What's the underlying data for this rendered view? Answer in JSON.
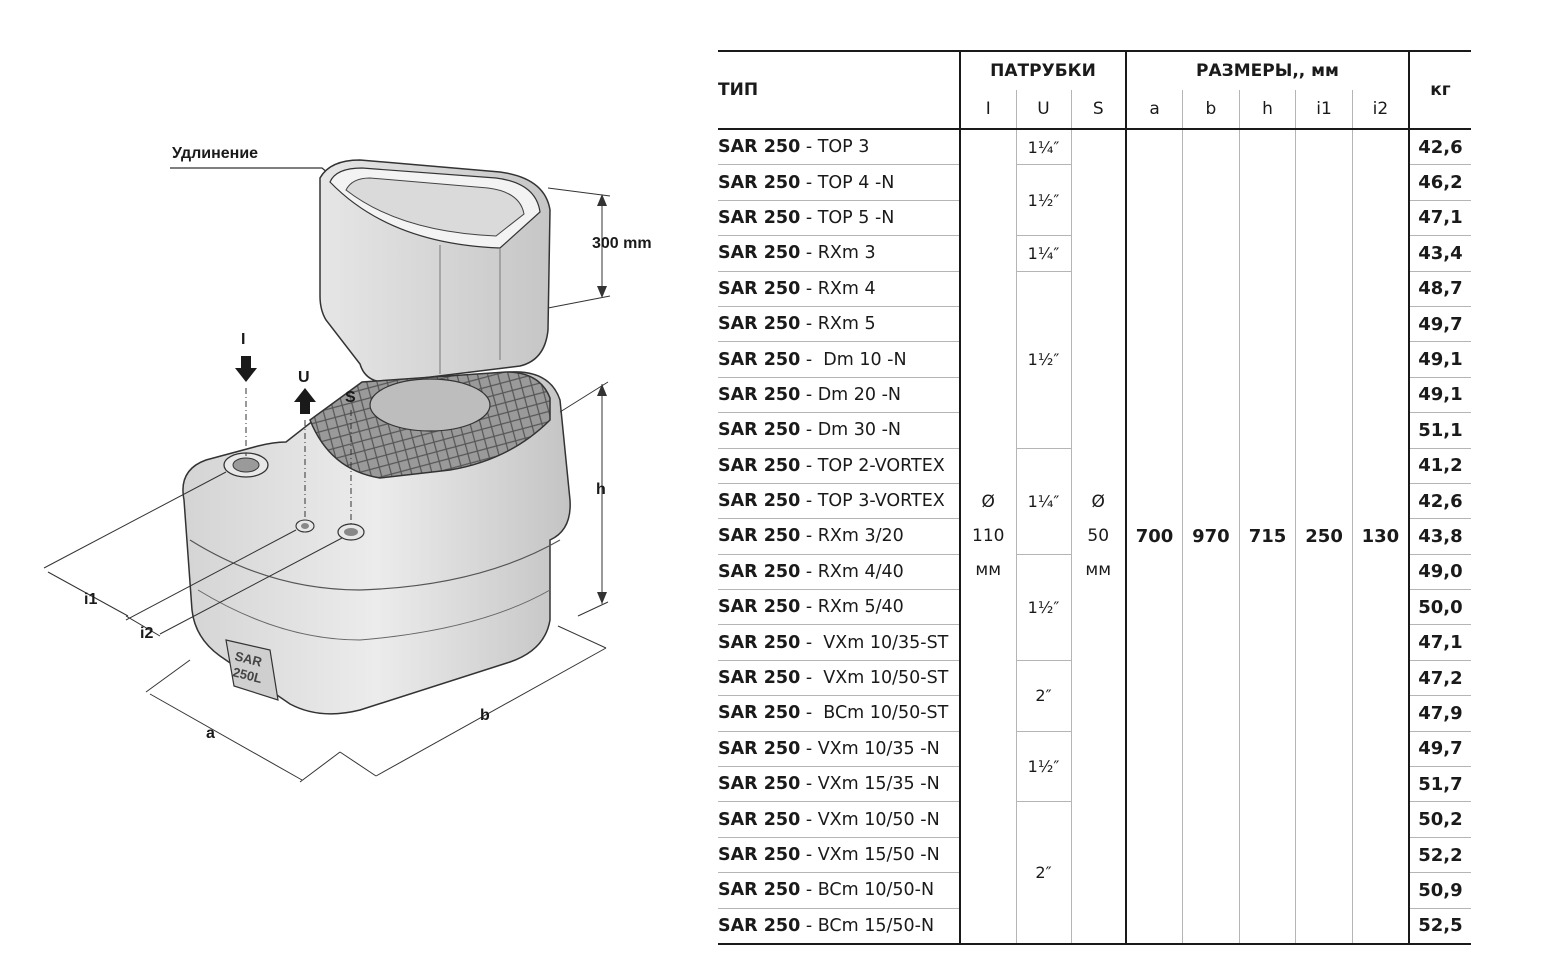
{
  "diagram": {
    "extension_label": "Удлинение",
    "extension_height": "300 mm",
    "labels": {
      "I": "I",
      "U": "U",
      "S": "S",
      "h": "h",
      "i1": "i1",
      "i2": "i2",
      "a": "a",
      "b": "b"
    },
    "tank_mark_line1": "SAR",
    "tank_mark_line2": "250L"
  },
  "table": {
    "headers": {
      "type": "ТИП",
      "nozzles": "ПАТРУБКИ",
      "dimensions": "РАЗМЕРЫ,, мм",
      "weight": "кг",
      "sub": [
        "I",
        "U",
        "S",
        "a",
        "b",
        "h",
        "i1",
        "i2"
      ]
    },
    "common": {
      "I_line1": "Ø",
      "I_line2": "110",
      "I_line3": "мм",
      "S_line1": "Ø",
      "S_line2": "50",
      "S_line3": "мм",
      "a": "700",
      "b": "970",
      "h": "715",
      "i1": "250",
      "i2": "130"
    },
    "u_groups": [
      {
        "value": "1¼″",
        "rows": 1
      },
      {
        "value": "1½″",
        "rows": 2
      },
      {
        "value": "1¼″",
        "rows": 1
      },
      {
        "value": "1½″",
        "rows": 5
      },
      {
        "value": "1¼″",
        "rows": 3
      },
      {
        "value": "1½″",
        "rows": 3
      },
      {
        "value": "2″",
        "rows": 2
      },
      {
        "value": "1½″",
        "rows": 2
      },
      {
        "value": "2″",
        "rows": 4
      }
    ],
    "rows": [
      {
        "prefix": "SAR 250",
        "model": " - TOP 3",
        "kg": "42,6"
      },
      {
        "prefix": "SAR 250",
        "model": " - TOP 4 -N",
        "kg": "46,2"
      },
      {
        "prefix": "SAR 250",
        "model": " - TOP 5 -N",
        "kg": "47,1"
      },
      {
        "prefix": "SAR 250",
        "model": " - RXm 3",
        "kg": "43,4"
      },
      {
        "prefix": "SAR 250",
        "model": " - RXm 4",
        "kg": "48,7"
      },
      {
        "prefix": "SAR 250",
        "model": " - RXm 5",
        "kg": "49,7"
      },
      {
        "prefix": "SAR 250",
        "model": " -  Dm 10 -N",
        "kg": "49,1"
      },
      {
        "prefix": "SAR 250",
        "model": " - Dm 20 -N",
        "kg": "49,1"
      },
      {
        "prefix": "SAR 250",
        "model": " - Dm 30 -N",
        "kg": "51,1"
      },
      {
        "prefix": "SAR 250",
        "model": " - TOP 2-VORTEX",
        "kg": "41,2"
      },
      {
        "prefix": "SAR 250",
        "model": " - TOP 3-VORTEX",
        "kg": "42,6"
      },
      {
        "prefix": "SAR 250",
        "model": " - RXm 3/20",
        "kg": "43,8"
      },
      {
        "prefix": "SAR 250",
        "model": " - RXm 4/40",
        "kg": "49,0"
      },
      {
        "prefix": "SAR 250",
        "model": " - RXm 5/40",
        "kg": "50,0"
      },
      {
        "prefix": "SAR 250",
        "model": " -  VXm 10/35-ST",
        "kg": "47,1"
      },
      {
        "prefix": "SAR 250",
        "model": " -  VXm 10/50-ST",
        "kg": "47,2"
      },
      {
        "prefix": "SAR 250",
        "model": " -  BCm 10/50-ST",
        "kg": "47,9"
      },
      {
        "prefix": "SAR 250",
        "model": " - VXm 10/35 -N",
        "kg": "49,7"
      },
      {
        "prefix": "SAR 250",
        "model": " - VXm 15/35 -N",
        "kg": "51,7"
      },
      {
        "prefix": "SAR 250",
        "model": " - VXm 10/50 -N",
        "kg": "50,2"
      },
      {
        "prefix": "SAR 250",
        "model": " - VXm 15/50 -N",
        "kg": "52,2"
      },
      {
        "prefix": "SAR 250",
        "model": " - BCm 10/50-N",
        "kg": "50,9"
      },
      {
        "prefix": "SAR 250",
        "model": " - BCm 15/50-N",
        "kg": "52,5"
      }
    ]
  }
}
